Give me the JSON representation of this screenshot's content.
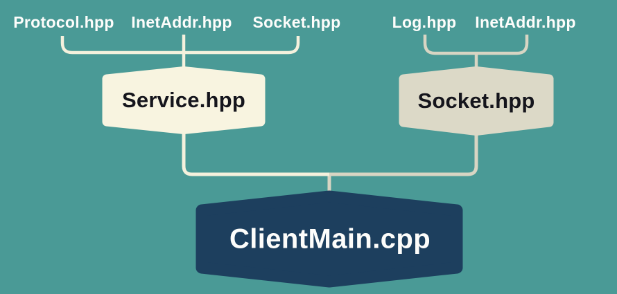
{
  "colors": {
    "background": "#4a9a96",
    "service_fill": "#f8f4e0",
    "socket_fill": "#dcd9c7",
    "main_fill": "#1d3f5e",
    "left_line": "#f5f1dd",
    "right_line": "#d8d5c3",
    "dark_text": "#15151c",
    "light_text": "#fdfdfb"
  },
  "diagram": {
    "groups": [
      {
        "dependencies": [
          "Protocol.hpp",
          "InetAddr.hpp",
          "Socket.hpp"
        ],
        "node": "Service.hpp"
      },
      {
        "dependencies": [
          "Log.hpp",
          "InetAddr.hpp"
        ],
        "node": "Socket.hpp"
      }
    ],
    "root": "ClientMain.cpp"
  }
}
